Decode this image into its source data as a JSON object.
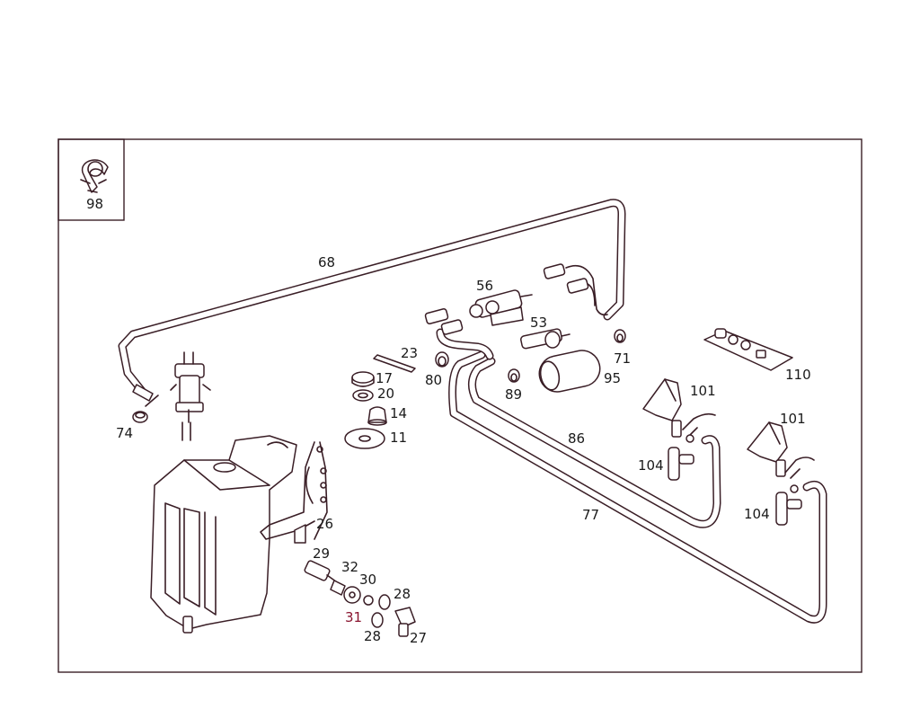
{
  "callouts": {
    "p98": "98",
    "p68": "68",
    "p56": "56",
    "p53": "53",
    "p23": "23",
    "p71": "71",
    "p80": "80",
    "p89": "89",
    "p95": "95",
    "p110": "110",
    "p17": "17",
    "p20": "20",
    "p14": "14",
    "p11": "11",
    "p74": "74",
    "p101a": "101",
    "p101b": "101",
    "p86": "86",
    "p104a": "104",
    "p104b": "104",
    "p77": "77",
    "p26": "26",
    "p29": "29",
    "p32": "32",
    "p30": "30",
    "p28a": "28",
    "p31": "31",
    "p28b": "28",
    "p27": "27"
  },
  "colors": {
    "line": "#3a1e26",
    "accent_red": "#8a1530",
    "background": "#ffffff"
  }
}
